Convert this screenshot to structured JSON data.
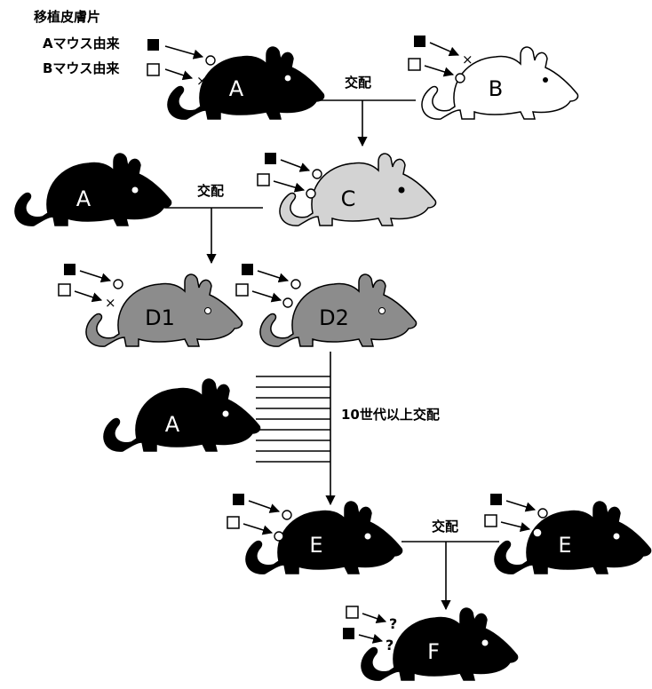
{
  "legend": {
    "title": "移植皮膚片",
    "a_origin": "Aマウス由来",
    "b_origin": "Bマウス由来"
  },
  "labels": {
    "cross": "交配",
    "generations": "10世代以上交配",
    "unknown": "?"
  },
  "mice": {
    "a": "A",
    "b": "B",
    "c": "C",
    "d1": "D1",
    "d2": "D2",
    "e": "E",
    "f": "F"
  },
  "colors": {
    "mouse_a": "#000000",
    "mouse_b": "#ffffff",
    "mouse_c": "#d3d3d3",
    "mouse_d": "#8c8c8c",
    "mouse_e": "#000000",
    "mouse_f": "#000000"
  }
}
